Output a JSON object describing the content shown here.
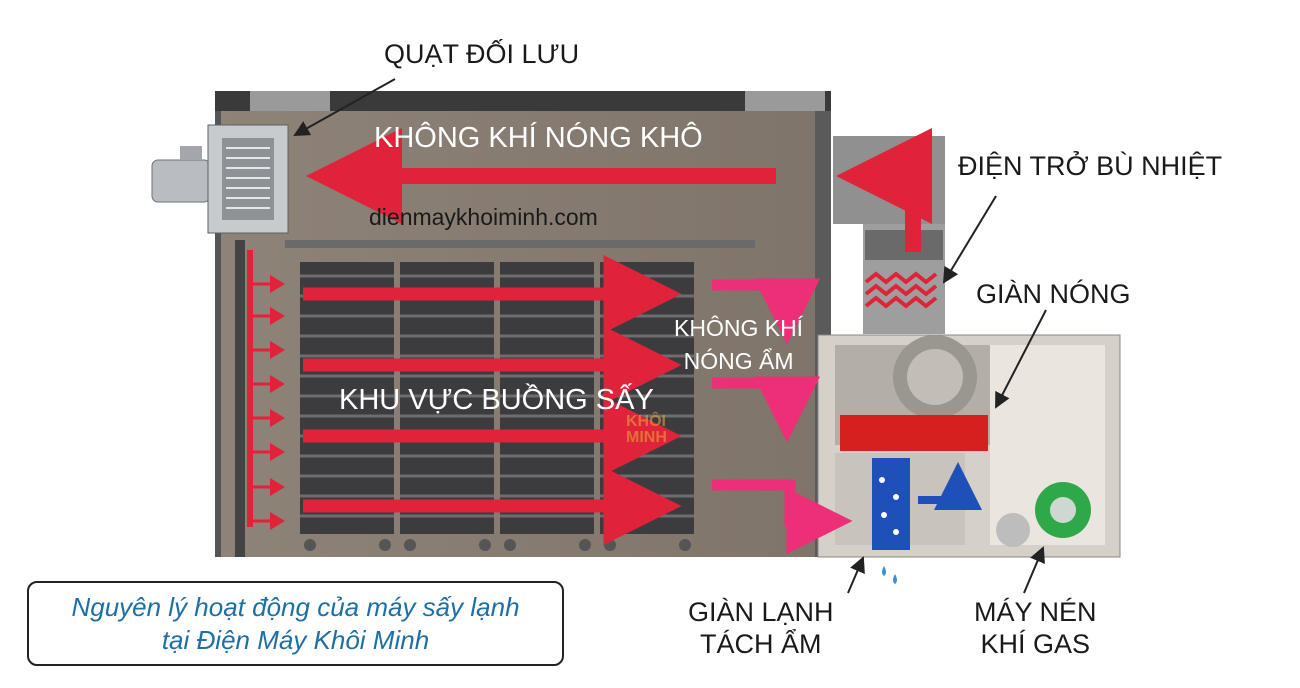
{
  "labels": {
    "quat_doi_luu": "QUẠT ĐỐI LƯU",
    "khong_khi_nong_kho": "KHÔNG KHÍ NÓNG KHÔ",
    "dien_tro": "ĐIỆN TRỞ BÙ NHIỆT",
    "gian_nong": "GIÀN NÓNG",
    "khong_khi_nong_am_1": "KHÔNG KHÍ",
    "khong_khi_nong_am_2": "NÓNG ẨM",
    "khu_vuc": "KHU VỰC BUỒNG SẤY",
    "gian_lanh_1": "GIÀN LẠNH",
    "gian_lanh_2": "TÁCH ẨM",
    "may_nen_1": "MÁY NÉN",
    "may_nen_2": "KHÍ GAS",
    "website": "dienmaykhoiminh.com",
    "watermark_1": "KHÔI",
    "watermark_2": "MINH"
  },
  "caption": {
    "line1": "Nguyên lý hoạt động của máy sấy lạnh",
    "line2": "tại Điện Máy Khôi Minh"
  },
  "colors": {
    "arrow_red": "#e0233a",
    "arrow_pink": "#ec2f77",
    "chamber_floor": "#8c8074",
    "caption_text": "#1d6fa5",
    "heater_red": "#d61f1f",
    "cooling_blue": "#1f4fb8"
  }
}
